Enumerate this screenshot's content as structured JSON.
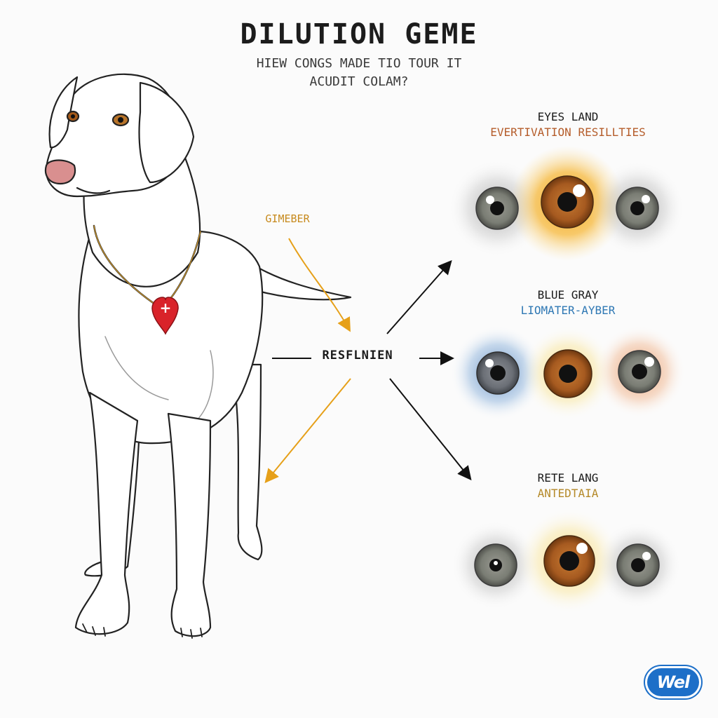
{
  "title": "DILUTION GEME",
  "subtitle_line1": "HIEW CONGS MADE TIO TOUR IT",
  "subtitle_line2": "ACUDIT COLAM?",
  "pendant_symbol": "+",
  "gimeber_label": "GIMEBER",
  "center_label": "RESFLNIEN",
  "groups": [
    {
      "heading": "EYES LAND",
      "subheading": "EVERTIVATION RESILLTIES",
      "subheading_color": "#b55d2b",
      "eyes": [
        "gray-eye",
        "amber-eye",
        "gray-eye"
      ]
    },
    {
      "heading": "BLUE GRAY",
      "subheading": "LIOMATER-AYBER",
      "subheading_color": "#2f78b4",
      "eyes": [
        "blue-gray-eye",
        "amber-eye",
        "gray-eye"
      ]
    },
    {
      "heading": "RETE LANG",
      "subheading": "ANTEDTAIA",
      "subheading_color": "#b58a2a",
      "eyes": [
        "gray-eye",
        "amber-eye",
        "gray-eye"
      ]
    }
  ],
  "colors": {
    "accent_orange": "#e6a019",
    "pendant_red": "#d9232a",
    "logo_blue": "#1d6fc8"
  },
  "logo_text": "Wel"
}
